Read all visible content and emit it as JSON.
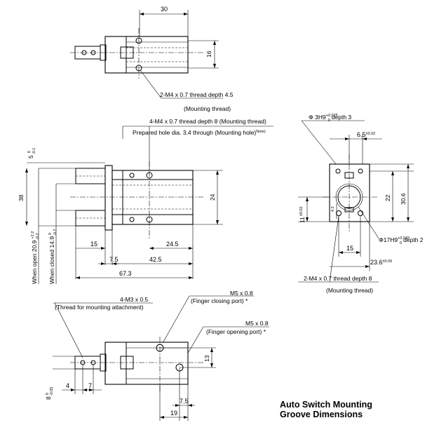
{
  "top_view": {
    "dim_width": "30",
    "dim_height": "16",
    "note_thread": "2-M4 x 0.7 thread depth 4.5",
    "note_thread_sub": "(Mounting thread)"
  },
  "main_view": {
    "note_thread": "4-M4 x 0.7 thread depth 8 (Mounting thread)",
    "note_hole": "Prepared hole dia. 3.4 through (Mounting hole)",
    "note_hole_sup": "Note)",
    "dim_offset": "5",
    "dim_offset_tol_upper": "0",
    "dim_offset_tol_lower": "-0.1",
    "dim_overall_height": "38",
    "dim_open": "When open 20.9",
    "dim_open_tol_upper": "+2.2",
    "dim_open_tol_lower": "-0.2",
    "dim_closed": "When closed 14.9",
    "dim_closed_tol_upper": "0",
    "dim_closed_tol_lower": "-0.7",
    "dim_body_height": "24",
    "dim_15": "15",
    "dim_7_5": "7.5",
    "dim_24_5": "24.5",
    "dim_42_5": "42.5",
    "dim_67_3": "67.3"
  },
  "side_view": {
    "note_phi3": "Φ 3H9",
    "note_phi3_tol_upper": "+0.025",
    "note_phi3_tol_lower": "0",
    "note_phi3_depth": "depth 3",
    "dim_6_5": "6.5",
    "dim_6_5_tol": "±0.02",
    "dim_11": "11",
    "dim_11_tol": "±0.02",
    "dim_4_2": "4.2",
    "dim_22": "22",
    "dim_30_6": "30.6",
    "note_phi17": "Φ17H9",
    "note_phi17_tol_upper": "+0.043",
    "note_phi17_tol_lower": "0",
    "note_phi17_depth": "depth 2",
    "dim_15": "15",
    "dim_23_6": "23.6",
    "dim_23_6_tol": "±0.05",
    "note_thread": "2-M4 x 0.7 thread depth 8",
    "note_thread_sub": "(Mounting thread)"
  },
  "bottom_view": {
    "note_m3": "4-M3 x 0.5",
    "note_m3_sub": "(Thread for mounting attachment)",
    "note_close": "M5 x 0.8",
    "note_close_sub": "(Finger closing port) *",
    "note_open": "M5 x 0.8",
    "note_open_sub": "(Finger opening port) *",
    "dim_8": "8",
    "dim_8_tol_upper": "0",
    "dim_8_tol_lower": "-0.05",
    "dim_4": "4",
    "dim_7": "7",
    "dim_13": "13",
    "dim_7_5": "7.5",
    "dim_19": "19"
  },
  "section_title": {
    "line1": "Auto Switch Mounting",
    "line2": "Groove Dimensions"
  }
}
